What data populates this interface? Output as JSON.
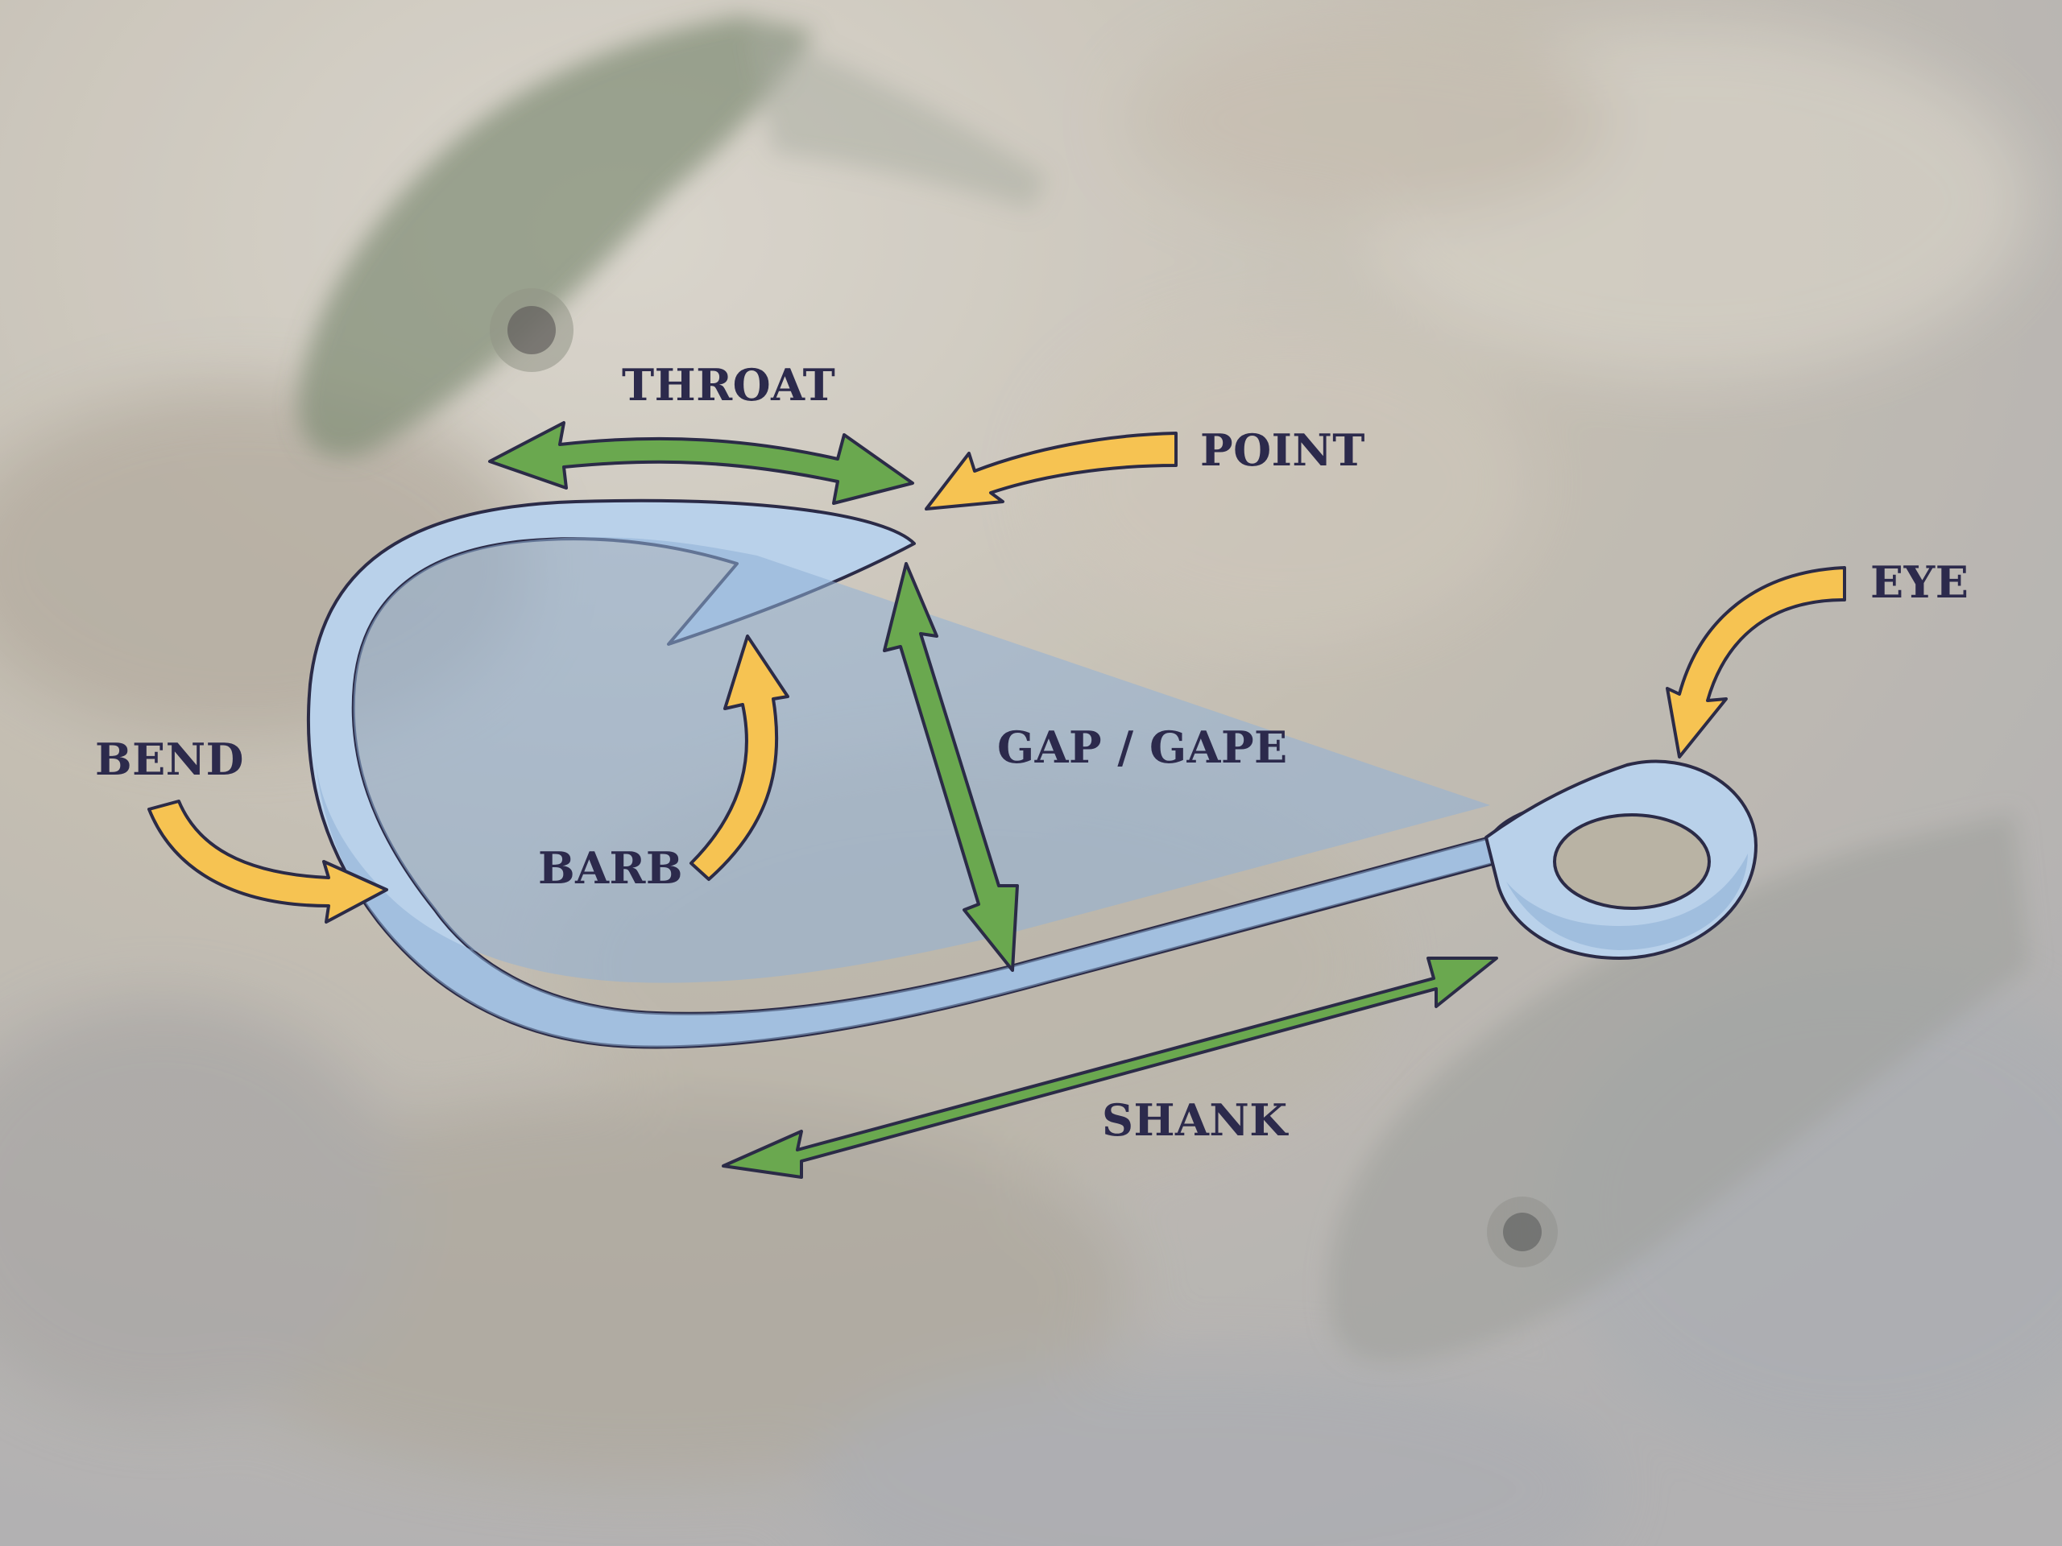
{
  "diagram": {
    "subject": "fishing hook anatomy",
    "labels": {
      "throat": "THROAT",
      "point": "POINT",
      "eye": "EYE",
      "bend": "BEND",
      "barb": "BARB",
      "gap": "GAP / GAPE",
      "shank": "SHANK"
    },
    "colors": {
      "hook_fill": "#b9d1ea",
      "hook_shade": "#8fb0d6",
      "outline": "#2b2b47",
      "label_text": "#2c2a4c",
      "measure_arrow": "#6aa84f",
      "pointer_arrow": "#f6c352"
    },
    "background": "blurred underwater scene with two fish"
  }
}
